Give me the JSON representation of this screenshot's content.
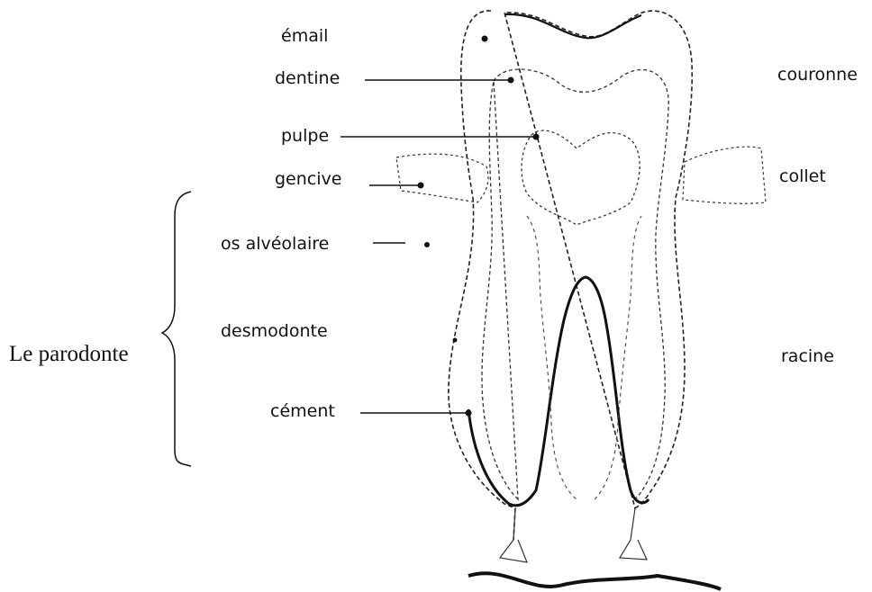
{
  "labels": {
    "email": "émail",
    "dentine": "dentine",
    "pulpe": "pulpe",
    "gencive": "gencive",
    "os_alveolaire": "os alvéolaire",
    "desmodonte": "desmodonte",
    "cement": "cément",
    "couronne": "couronne",
    "collet": "collet",
    "racine": "racine",
    "parodonte": "Le parodonte"
  }
}
